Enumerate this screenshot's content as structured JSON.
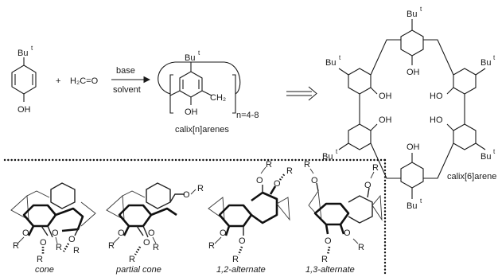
{
  "reaction": {
    "reagent_sub": "Bu",
    "reagent_sup": "t",
    "reagent_oh": "OH",
    "plus": "+",
    "formaldehyde": "H₂C=O",
    "arrow_top": "base",
    "arrow_bottom": "solvent",
    "product_sub": "Bu",
    "product_sup": "t",
    "product_oh": "OH",
    "product_ch2": "CH₂",
    "product_index": "n=4-8",
    "product_caption": "calix[n]arenes"
  },
  "calix6": {
    "caption": "calix[6]arene",
    "bu": "Bu",
    "sup": "t",
    "oh": "OH",
    "ho": "HO"
  },
  "conformers": {
    "r": "R",
    "o": "O",
    "labels": [
      "cone",
      "partial cone",
      "1,2-alternate",
      "1,3-alternate"
    ]
  }
}
